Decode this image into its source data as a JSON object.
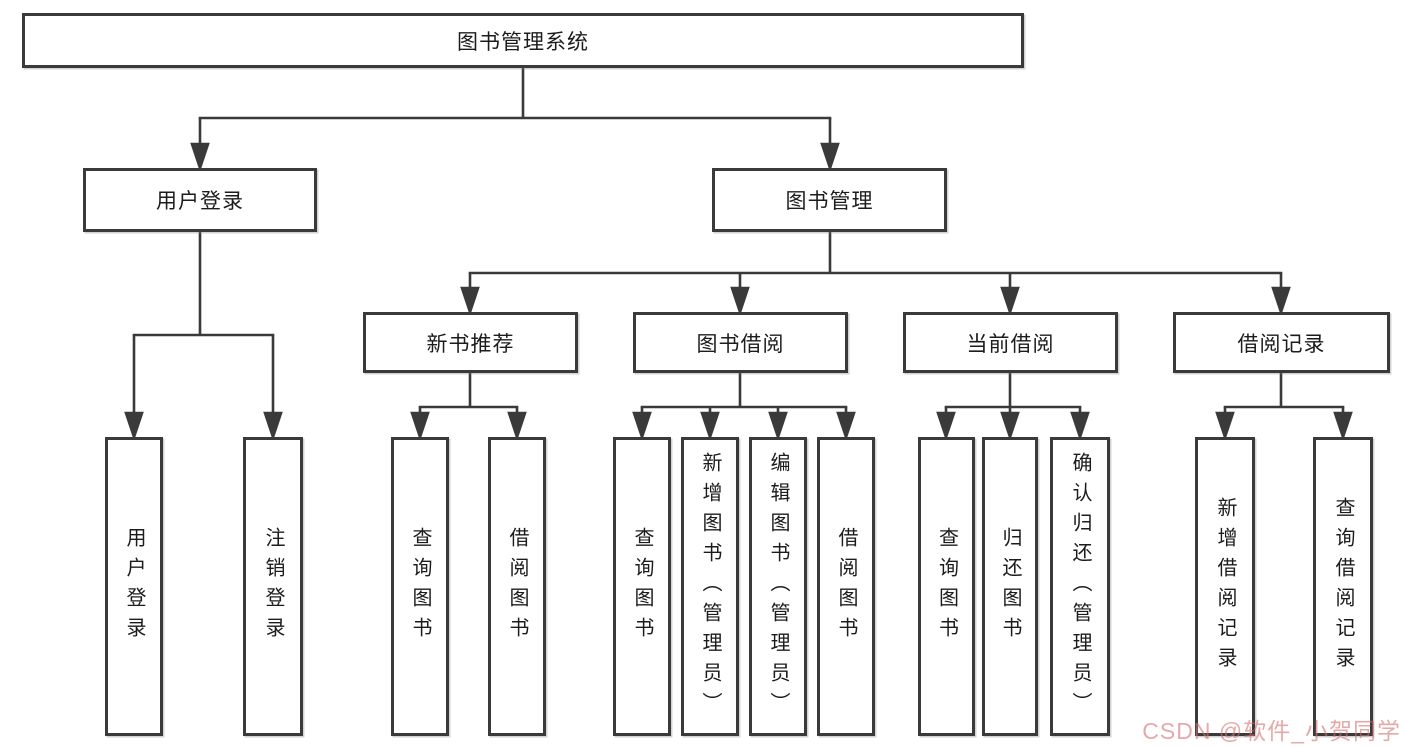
{
  "diagram": {
    "title": "图书管理系统",
    "type": "hierarchy-tree",
    "colors": {
      "line": "#3a3a3a",
      "box_border": "#3a3a3a",
      "box_background": "#ffffff",
      "text": "#1c1c1c",
      "watermark": "#d67070"
    },
    "nodes": {
      "root": {
        "label": "图书管理系统"
      },
      "user_login": {
        "label": "用户登录"
      },
      "book_mgmt": {
        "label": "图书管理"
      },
      "new_book": {
        "label": "新书推荐"
      },
      "book_borrow": {
        "label": "图书借阅"
      },
      "current_borrow": {
        "label": "当前借阅"
      },
      "borrow_records": {
        "label": "借阅记录"
      },
      "leaf_login": {
        "label": "用户登录"
      },
      "leaf_logout": {
        "label": "注销登录"
      },
      "leaf_nb_query": {
        "label": "查询图书"
      },
      "leaf_nb_borrow": {
        "label": "借阅图书"
      },
      "leaf_bb_query": {
        "label": "查询图书"
      },
      "leaf_bb_add": {
        "label": "新增图书（管理员）"
      },
      "leaf_bb_edit": {
        "label": "编辑图书（管理员）"
      },
      "leaf_bb_borrow": {
        "label": "借阅图书"
      },
      "leaf_cb_query": {
        "label": "查询图书"
      },
      "leaf_cb_return": {
        "label": "归还图书"
      },
      "leaf_cb_confirm": {
        "label": "确认归还（管理员）"
      },
      "leaf_rc_add": {
        "label": "新增借阅记录"
      },
      "leaf_rc_query": {
        "label": "查询借阅记录"
      }
    },
    "hierarchy": {
      "图书管理系统": {
        "用户登录": [
          "用户登录",
          "注销登录"
        ],
        "图书管理": {
          "新书推荐": [
            "查询图书",
            "借阅图书"
          ],
          "图书借阅": [
            "查询图书",
            "新增图书（管理员）",
            "编辑图书（管理员）",
            "借阅图书"
          ],
          "当前借阅": [
            "查询图书",
            "归还图书",
            "确认归还（管理员）"
          ],
          "借阅记录": [
            "新增借阅记录",
            "查询借阅记录"
          ]
        }
      }
    }
  },
  "watermark": {
    "text": "CSDN @软件_小贺同学"
  }
}
